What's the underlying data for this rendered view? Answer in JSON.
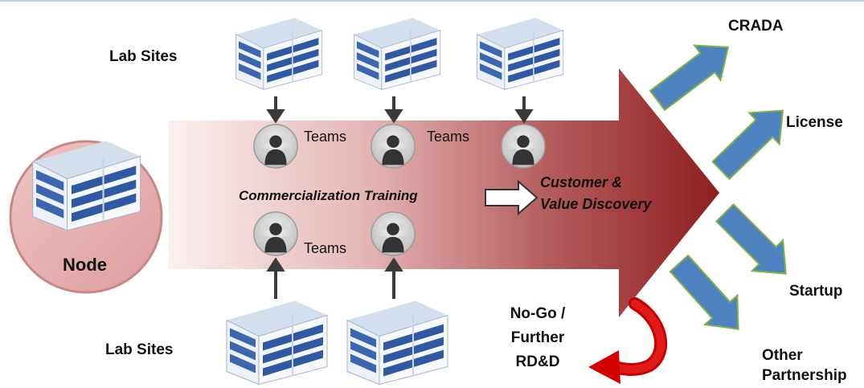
{
  "labels": {
    "lab_sites_top": "Lab Sites",
    "lab_sites_bottom": "Lab Sites",
    "node": "Node",
    "teams": "Teams",
    "training": "Commercialization Training",
    "customer_line1": "Customer &",
    "customer_line2": "Value Discovery",
    "nogo_line1": "No-Go /",
    "nogo_line2": "Further",
    "nogo_line3": "RD&D",
    "crada": "CRADA",
    "license": "License",
    "startup": "Startup",
    "other_line1": "Other",
    "other_line2": "Partnership"
  },
  "colors": {
    "main_arrow_start": "#f6e3e3",
    "main_arrow_end": "#8e1f1f",
    "outcome_arrow": "#4f82c0",
    "outcome_arrow_border": "#7cb342",
    "nogo_arrow": "#d40000",
    "node_circle": "#e6a9aa",
    "building_window": "#3b67b0"
  },
  "icons": {
    "building": "office-building-icon",
    "team": "team-person-icon"
  }
}
